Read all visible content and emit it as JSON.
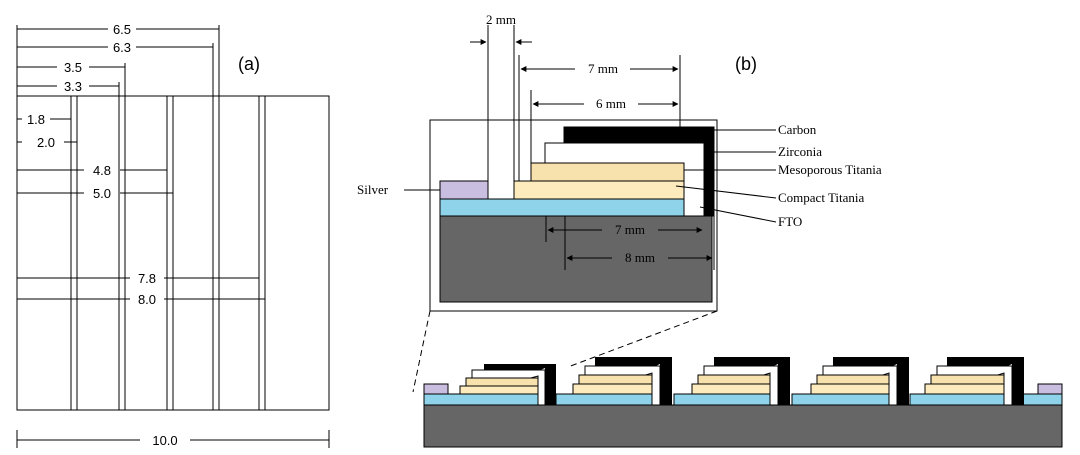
{
  "panel_a": {
    "label": "(a)",
    "dims": [
      "6.5",
      "6.3",
      "3.5",
      "3.3",
      "1.8",
      "2.0",
      "4.8",
      "5.0",
      "7.8",
      "8.0",
      "10.0"
    ]
  },
  "panel_b": {
    "label": "(b)",
    "dims": [
      "2 mm",
      "7 mm",
      "6 mm",
      "7 mm",
      "8 mm"
    ],
    "layers": [
      "Carbon",
      "Zirconia",
      "Mesoporous Titania",
      "Compact Titania",
      "FTO",
      "Silver"
    ]
  },
  "colors": {
    "carbon": "#000000",
    "zirconia": "#ffffff",
    "mesoporous_titania": "#f7e2ae",
    "compact_titania": "#fdebbd",
    "fto": "#8fd3ea",
    "silver": "#c9bde0",
    "glass": "#666666"
  }
}
